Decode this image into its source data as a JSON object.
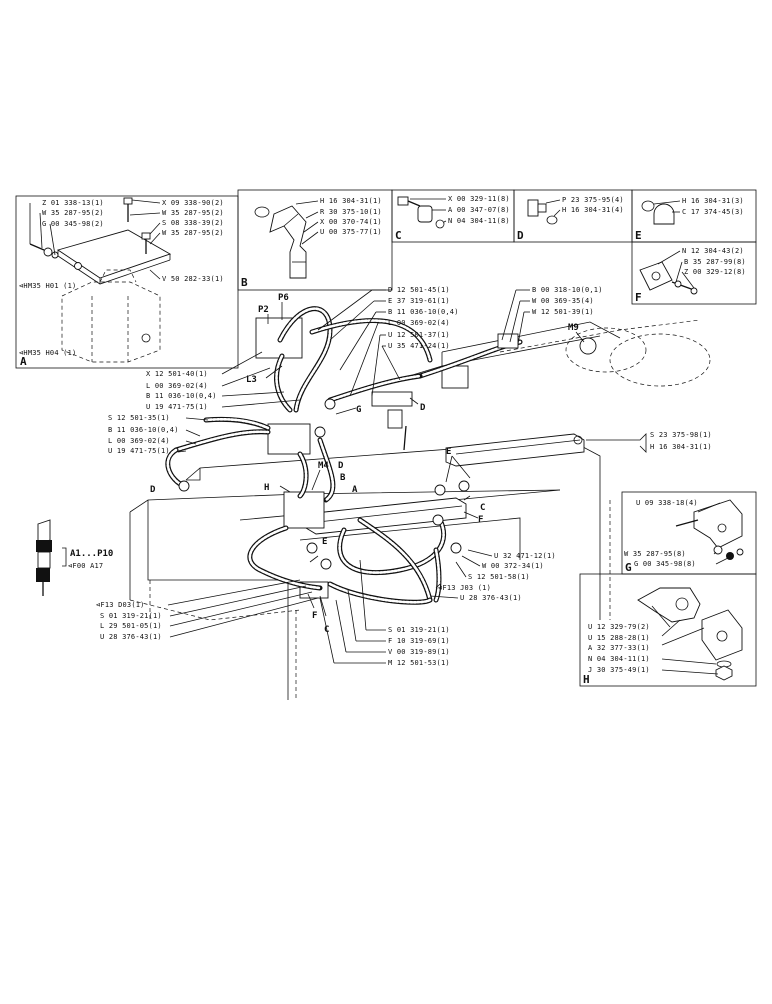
{
  "boxA": {
    "letter": "A",
    "labels": [
      "Z 01 338-13(1)",
      "W 35 287-95(2)",
      "G 00 345-98(2)",
      "X 09 338-90(2)",
      "W 35 287-95(2)",
      "S 08 338-39(2)",
      "W 35 287-95(2)",
      "V 50 282-33(1)"
    ],
    "ref1": "HM35 H01 (1)",
    "ref2": "HM35 H04 (1)"
  },
  "boxB": {
    "letter": "B",
    "labels": [
      "H 16 304-31(1)",
      "R 30 375-10(1)",
      "X 00 370-74(1)",
      "U 00 375-77(1)"
    ]
  },
  "boxC": {
    "letter": "C",
    "labels": [
      "X 00 329-11(8)",
      "A 00 347-07(8)",
      "N 04 304-11(8)"
    ]
  },
  "boxD": {
    "letter": "D",
    "labels": [
      "P 23 375-95(4)",
      "H 16 304-31(4)"
    ]
  },
  "boxE": {
    "letter": "E",
    "labels": [
      "H 16 304-31(3)",
      "C 17 374-45(3)"
    ]
  },
  "boxF": {
    "letter": "F",
    "labels": [
      "N 12 304-43(2)",
      "B 35 287-99(8)",
      "Z 00 329-12(8)"
    ]
  },
  "boxG": {
    "letter": "G",
    "labels": [
      "U 09 338-18(4)",
      "W 35 287-95(8)",
      "G 00 345-98(8)"
    ]
  },
  "boxH": {
    "letter": "H",
    "labels": [
      "U 12 329-79(2)",
      "U 15 288-28(1)",
      "A 32 377-33(1)",
      "N 04 304-11(1)",
      "J 30 375-49(1)"
    ]
  },
  "main": {
    "top_center": [
      "D 12 501-45(1)",
      "E 37 319-61(1)",
      "B 11 036-10(0,4)",
      "L 00 369-02(4)",
      "U 12 501-37(1)",
      "U 35 471-24(1)"
    ],
    "top_right": [
      "B 00 318-10(0,1)",
      "W 00 369-35(4)",
      "W 12 501-39(1)"
    ],
    "mid_left_top": [
      "X 12 501-40(1)",
      "L 00 369-02(4)",
      "B 11 036-10(0,4)",
      "U 19 471-75(1)"
    ],
    "mid_left": [
      "S 12 501-35(1)",
      "B 11 036-10(0,4)",
      "L 00 369-02(4)",
      "U 19 471-75(1)"
    ],
    "right_sh": [
      "S 23 375-98(1)",
      "H 16 304-31(1)"
    ],
    "lower_right": [
      "U 32 471-12(1)",
      "W 00 372-34(1)",
      "S 12 501-58(1)",
      "F13 J03 (1)",
      "U 28 376-43(1)"
    ],
    "lower_left": [
      "F13 D03(1)",
      "S 01 319-21(1)",
      "L 29 501-05(1)",
      "U 28 376-43(1)"
    ],
    "lower_center": [
      "S 01 319-21(1)",
      "F 10 319-69(1)",
      "V 00 319-89(1)",
      "M 12 501-53(1)"
    ],
    "callouts": {
      "P2": "P2",
      "P6": "P6",
      "L3": "L3",
      "M9": "M9",
      "M4": "M4",
      "G": "G",
      "H": "H",
      "D1": "D",
      "D2": "D",
      "D3": "D",
      "E1": "E",
      "E2": "E",
      "B1": "B",
      "A1": "A",
      "C1": "C",
      "C2": "C",
      "F1": "F",
      "F2": "F"
    }
  },
  "side_ref": {
    "title": "A1...P10",
    "sub": "F00 A17"
  }
}
